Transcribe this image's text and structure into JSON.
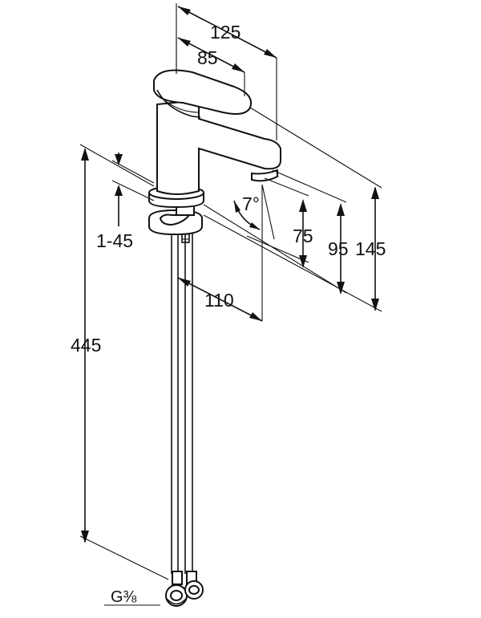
{
  "dimensions": {
    "d125": "125",
    "d85": "85",
    "d7": "7°",
    "d75": "75",
    "d95": "95",
    "d145": "145",
    "d1_45": "1-45",
    "d110": "110",
    "d445": "445",
    "thread": "G⅜"
  }
}
